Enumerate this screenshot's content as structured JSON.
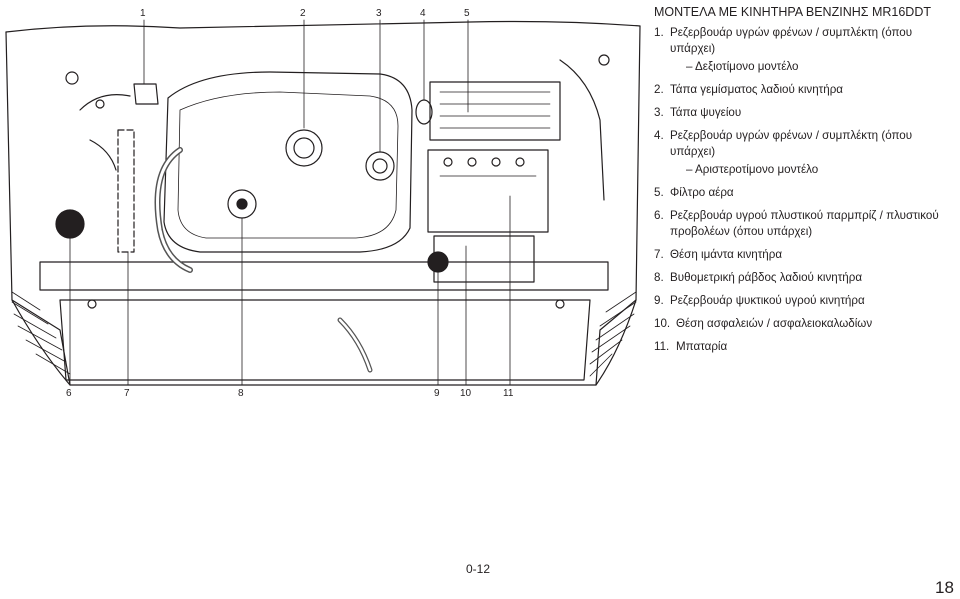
{
  "figure": {
    "callouts_top": [
      "1",
      "2",
      "3",
      "4",
      "5"
    ],
    "callouts_bottom": [
      "6",
      "7",
      "8",
      "9",
      "10",
      "11"
    ]
  },
  "legend": {
    "title": "ΜΟΝΤΕΛΑ ΜΕ ΚΙΝΗΤΗΡΑ ΒΕΝΖΙΝΗΣ MR16DDT",
    "items": [
      {
        "num": "1.",
        "text": "Ρεζερβουάρ υγρών φρένων / συμπλέκτη (όπου υπάρχει)",
        "note": "– Δεξιοτίμονο μοντέλο"
      },
      {
        "num": "2.",
        "text": "Τάπα γεμίσματος λαδιού κινητήρα",
        "note": ""
      },
      {
        "num": "3.",
        "text": "Τάπα ψυγείου",
        "note": ""
      },
      {
        "num": "4.",
        "text": "Ρεζερβουάρ υγρών φρένων / συμπλέκτη (όπου υπάρχει)",
        "note": "– Αριστεροτίμονο μοντέλο"
      },
      {
        "num": "5.",
        "text": "Φίλτρο αέρα",
        "note": ""
      },
      {
        "num": "6.",
        "text": "Ρεζερβουάρ υγρού πλυστικού παρμπρίζ / πλυστικού προβολέων (όπου υπάρχει)",
        "note": ""
      },
      {
        "num": "7.",
        "text": "Θέση ιμάντα κινητήρα",
        "note": ""
      },
      {
        "num": "8.",
        "text": "Βυθομετρική ράβδος λαδιού κινητήρα",
        "note": ""
      },
      {
        "num": "9.",
        "text": "Ρεζερβουάρ ψυκτικού υγρού κινητήρα",
        "note": ""
      },
      {
        "num": "10.",
        "text": "Θέση ασφαλειών / ασφαλειοκαλωδίων",
        "note": ""
      },
      {
        "num": "11.",
        "text": "Μπαταρία",
        "note": ""
      }
    ]
  },
  "footer": {
    "page_code": "0-12",
    "page_number": "18"
  }
}
